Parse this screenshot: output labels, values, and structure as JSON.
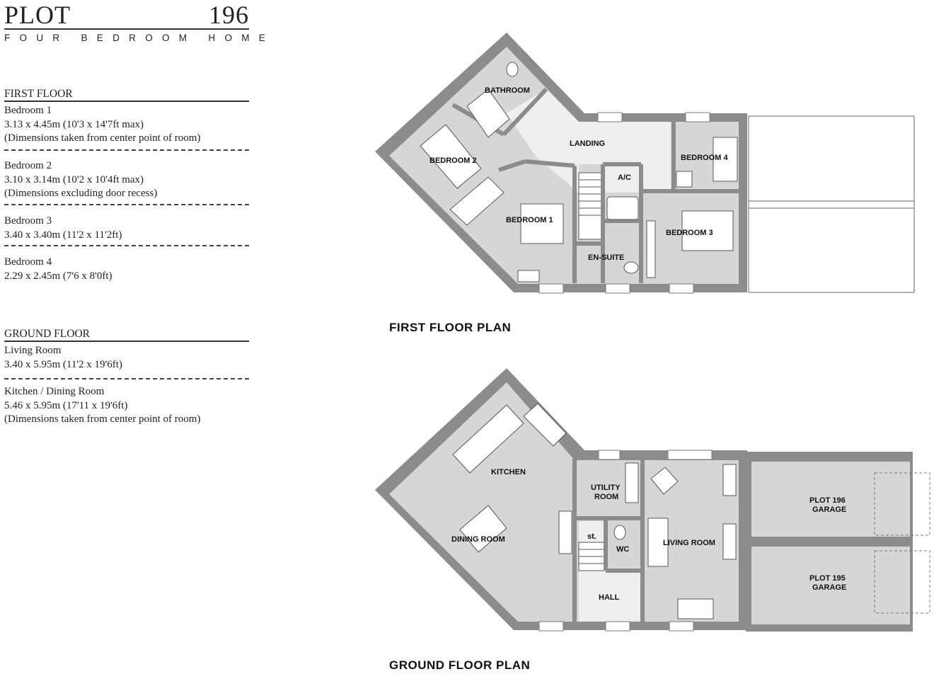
{
  "header": {
    "plot_label": "PLOT",
    "plot_number": "196",
    "subtitle": "FOUR BEDROOM HOME"
  },
  "first_floor": {
    "heading": "FIRST FLOOR",
    "rooms": [
      {
        "name": "Bedroom 1",
        "size": "3.13 x 4.45m (10'3 x 14'7ft max)",
        "note": "(Dimensions taken from center point of room)"
      },
      {
        "name": "Bedroom 2",
        "size": "3.10 x 3.14m (10'2 x 10'4ft max)",
        "note": "(Dimensions excluding door recess)"
      },
      {
        "name": "Bedroom 3",
        "size": "3.40 x 3.40m (11'2 x 11'2ft)",
        "note": ""
      },
      {
        "name": "Bedroom 4",
        "size": "2.29 x 2.45m (7'6 x 8'0ft)",
        "note": ""
      }
    ]
  },
  "ground_floor": {
    "heading": "GROUND FLOOR",
    "rooms": [
      {
        "name": "Living Room",
        "size": "3.40 x 5.95m (11'2 x 19'6ft)",
        "note": ""
      },
      {
        "name": "Kitchen / Dining Room",
        "size": "5.46 x 5.95m (17'11 x 19'6ft)",
        "note": "(Dimensions taken from center point of room)"
      }
    ]
  },
  "plans": {
    "first_floor_title": "FIRST FLOOR PLAN",
    "ground_floor_title": "GROUND FLOOR PLAN",
    "first_floor_labels": {
      "bathroom": "BATHROOM",
      "landing": "LANDING",
      "bedroom4": "BEDROOM 4",
      "bedroom2": "BEDROOM 2",
      "ac": "A/C",
      "bedroom1": "BEDROOM 1",
      "bedroom3": "BEDROOM 3",
      "ensuite": "EN-SUITE"
    },
    "ground_floor_labels": {
      "kitchen": "KITCHEN",
      "utility1": "UTILITY",
      "utility2": "ROOM",
      "plot196_1": "PLOT 196",
      "plot196_2": "GARAGE",
      "dining": "DINING ROOM",
      "store": "st.",
      "wc": "WC",
      "living": "LIVING ROOM",
      "plot195_1": "PLOT 195",
      "plot195_2": "GARAGE",
      "hall": "HALL"
    }
  },
  "colors": {
    "wall": "#8c8c8c",
    "floor": "#d6d6d6",
    "light_floor": "#efefef",
    "line": "#555555"
  }
}
